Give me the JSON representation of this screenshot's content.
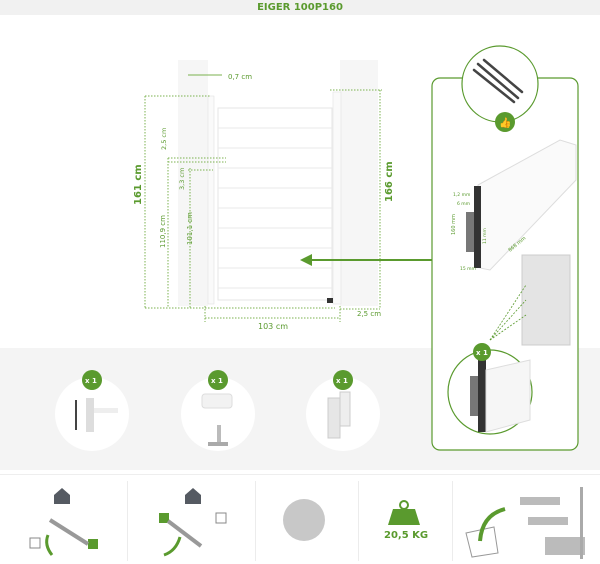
{
  "title": "EIGER 100P160",
  "colors": {
    "accent": "#5a9a2e",
    "panel_bg": "#f4f4f4",
    "icon_gray": "#555a62"
  },
  "dimensions": {
    "post_gap": "0,7 cm",
    "left_height": "161 cm",
    "right_height": "166 cm",
    "top_gap": "2,5 cm",
    "middle_gap": "3,3 cm",
    "hinge_height": "110,9 cm",
    "latch_height": "101,1 cm",
    "width": "103 cm",
    "ground_gap": "2,5 cm"
  },
  "profile": {
    "thickness_top": "1,2 mm",
    "groove": "6 mm",
    "height": "160 mm",
    "inner": "11 mm",
    "length": "868 mm",
    "depth": "15 mm",
    "quantity": "x 1"
  },
  "accessories": [
    {
      "name": "hinge-kit",
      "quantity": "x 1"
    },
    {
      "name": "gate-stop",
      "quantity": "x 1"
    },
    {
      "name": "latch",
      "quantity": "x 1"
    }
  ],
  "features": {
    "weight": "20,5 KG"
  }
}
